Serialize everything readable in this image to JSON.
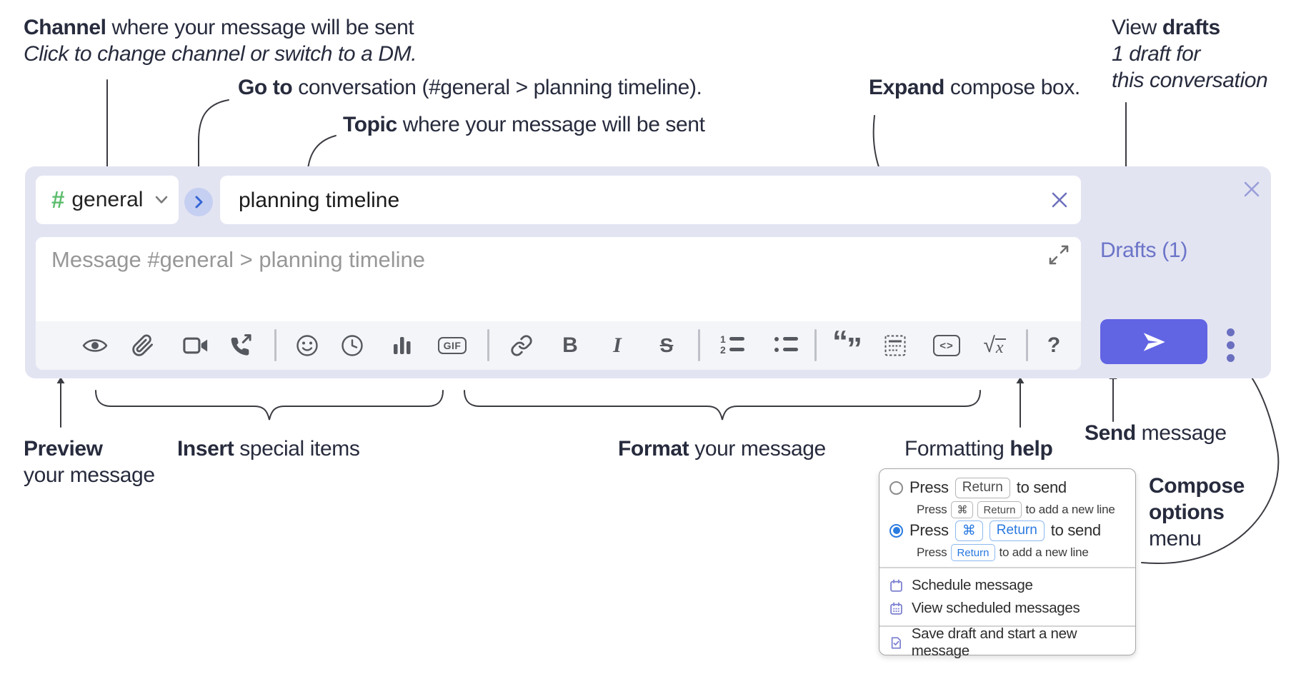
{
  "colors": {
    "compose_bg": "#e3e4f2",
    "accent_purple": "#6164e3",
    "link_purple": "#6b74c8",
    "radio_blue": "#2b7ce0",
    "hash_green": "#5ebd6e",
    "icon_gray": "#55585e",
    "annotation_text": "#272b3d",
    "toolbar_bg": "#f4f5f8"
  },
  "annotations": {
    "channel": {
      "bold": "Channel",
      "rest": " where your message will be sent",
      "sub": "Click to change channel or switch to a DM."
    },
    "goto": {
      "bold": "Go to",
      "rest": " conversation (#general > planning timeline)."
    },
    "topic": {
      "bold": "Topic",
      "rest": " where your message will be sent"
    },
    "expand": {
      "bold": "Expand",
      "rest": " compose box."
    },
    "drafts": {
      "pre": "View ",
      "bold": "drafts",
      "line2": "1 draft for",
      "line3": "this conversation"
    },
    "preview": {
      "bold": "Preview",
      "line2": "your message"
    },
    "insert": {
      "bold": "Insert",
      "rest": " special items"
    },
    "format": {
      "bold": "Format",
      "rest": " your message"
    },
    "help": {
      "pre": "Formatting ",
      "bold": "help"
    },
    "send": {
      "bold": "Send",
      "rest": " message"
    },
    "compose_options": {
      "line1": "Compose",
      "line2": "options",
      "line3": "menu"
    }
  },
  "compose": {
    "channel_selector": {
      "hash": "#",
      "name": "general"
    },
    "topic_input": {
      "value": "planning timeline"
    },
    "message_placeholder": "Message #general > planning timeline",
    "drafts_link": "Drafts (1)",
    "toolbar_icon_names": [
      "preview-eye",
      "attach-paperclip",
      "video-call",
      "audio-call",
      "emoji",
      "time",
      "poll-chart",
      "gif",
      "link",
      "bold",
      "italic",
      "strikethrough",
      "numbered-list",
      "bulleted-list",
      "quote",
      "spoiler",
      "code",
      "math",
      "help"
    ],
    "icon_glyphs": {
      "bold": "B",
      "italic": "I",
      "strike": "S",
      "gif": "GIF",
      "code": "<>",
      "radical": "√",
      "math_x": "x",
      "help": "?",
      "num1": "1",
      "num2": "2",
      "quote_open": "“",
      "quote_close": "”"
    }
  },
  "popup": {
    "option1": {
      "press": "Press",
      "key1": "Return",
      "after": "to send",
      "sub_press": "Press",
      "sub_key1": "⌘",
      "sub_key2": "Return",
      "sub_after": "to add a new line"
    },
    "option2": {
      "press": "Press",
      "key1": "⌘",
      "key2": "Return",
      "after": "to send",
      "sub_press": "Press",
      "sub_key1": "Return",
      "sub_after": "to add a new line"
    },
    "items": [
      {
        "icon": "calendar",
        "label": "Schedule message"
      },
      {
        "icon": "calendar-grid",
        "label": "View scheduled messages"
      },
      {
        "icon": "save-draft",
        "label": "Save draft and start a new message"
      }
    ]
  }
}
